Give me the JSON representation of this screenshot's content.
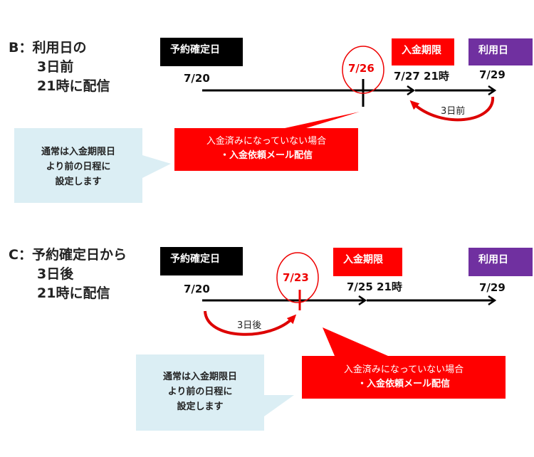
{
  "section_b": {
    "title_lines": [
      "B：利用日の",
      "3日前",
      "21時に配信"
    ],
    "booking_box": "予約確定日",
    "deadline_box": "入金期限",
    "use_box": "利用日",
    "start_date": "7/20",
    "send_date": "7/26",
    "deadline_date": "7/27 21時",
    "use_date": "7/29",
    "offset_label": "3日前",
    "red_callout": [
      "入金済みになっていない場合",
      "・入金依頼メール配信"
    ],
    "blue_callout": [
      "通常は入金期限日",
      "より前の日程に",
      "設定します"
    ]
  },
  "section_c": {
    "title_lines": [
      "C：予約確定日から",
      "3日後",
      "21時に配信"
    ],
    "booking_box": "予約確定日",
    "deadline_box": "入金期限",
    "use_box": "利用日",
    "start_date": "7/20",
    "send_date": "7/23",
    "deadline_date": "7/25 21時",
    "use_date": "7/29",
    "offset_label": "3日後",
    "red_callout": [
      "入金済みになっていない場合",
      "・入金依頼メール配信"
    ],
    "blue_callout": [
      "通常は入金期限日",
      "より前の日程に",
      "設定します"
    ]
  },
  "colors": {
    "booking": "#000000",
    "deadline": "#ff0000",
    "use": "#7030a0",
    "note": "#dbeef4",
    "accent": "#e00000"
  }
}
